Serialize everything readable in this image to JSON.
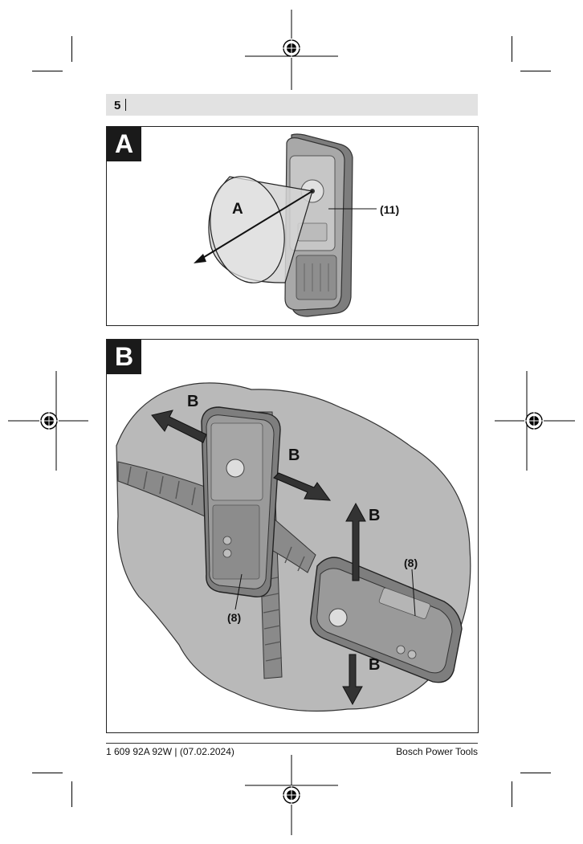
{
  "header": {
    "page_number": "5"
  },
  "figure_a": {
    "tag": "A",
    "cone_label": "A",
    "callout": "(11)"
  },
  "figure_b": {
    "tag": "B",
    "arrow_labels": [
      "B",
      "B",
      "B",
      "B"
    ],
    "callout_left": "(8)",
    "callout_right": "(8)"
  },
  "footer": {
    "doc_number": "1 609 92A 92W | (07.02.2024)",
    "brand": "Bosch Power Tools"
  },
  "colors": {
    "header_band": "#e2e2e2",
    "tag_bg": "#1a1a1a",
    "wall_fill": "#b9b9b9",
    "device_fill": "#8f8f8f"
  }
}
